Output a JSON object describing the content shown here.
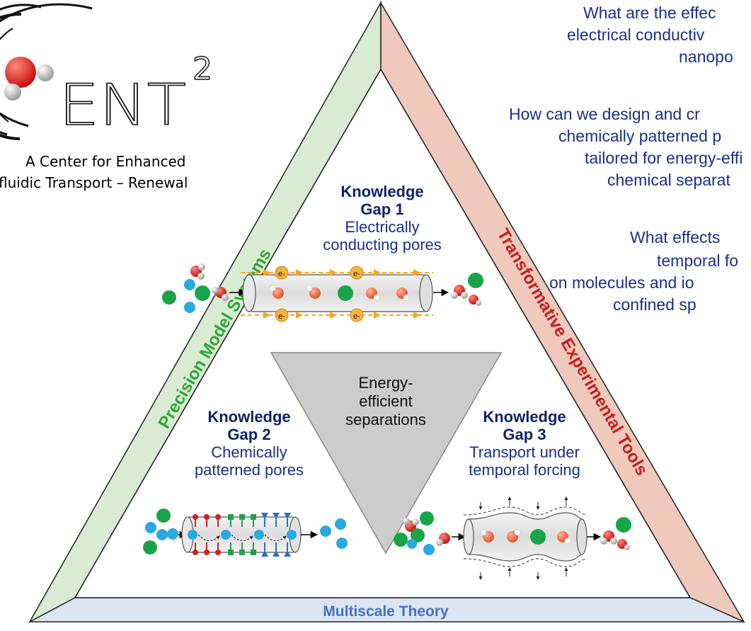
{
  "logo": {
    "wordmark": "ENT",
    "superscript": "2",
    "subtitle_line1": "A Center for Enhanced",
    "subtitle_line2": "fluidic Transport – Renewal"
  },
  "questions": [
    {
      "lines": [
        "What are the effec",
        "electrical conductiv",
        "nanopo"
      ]
    },
    {
      "lines": [
        "How can we design and cr",
        "chemically patterned p",
        "tailored for energy-effi",
        "chemical separat"
      ]
    },
    {
      "lines": [
        "What effects",
        "temporal fo",
        "on molecules and io",
        "confined sp"
      ]
    }
  ],
  "sides": {
    "left": {
      "label": "Precision Model Systems",
      "color": "#d9ecd3",
      "text_color": "#2fa43a"
    },
    "right": {
      "label": "Transformative Experimental Tools",
      "color": "#efc9bb",
      "text_color": "#c61d1d"
    },
    "bottom": {
      "label": "Multiscale Theory",
      "color": "#dce5f2",
      "text_color": "#4472c4"
    }
  },
  "center": {
    "label": "Energy-\nefficient\nseparations",
    "color": "#cccccc"
  },
  "gaps": [
    {
      "heading": "Knowledge\nGap 1",
      "desc": "Electrically\nconducting pores"
    },
    {
      "heading": "Knowledge\nGap 2",
      "desc": "Chemically\npatterned pores"
    },
    {
      "heading": "Knowledge\nGap 3",
      "desc": "Transport under\ntemporal forcing"
    }
  ],
  "electron_label": "e-",
  "colors": {
    "navy": "#0f2466",
    "text_blue": "#1b2f8c",
    "water_red": "#e02020",
    "sodium_green": "#1aa44a",
    "ion_blue": "#2aa8e0",
    "electron_orange": "#f5a623"
  }
}
